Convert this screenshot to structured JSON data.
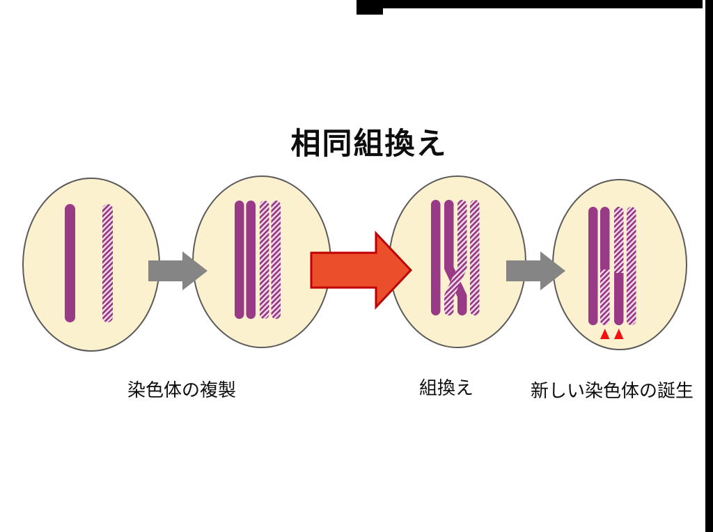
{
  "title": "相同組換え",
  "labels": {
    "replication": "染色体の複製",
    "recombination": "組換え",
    "new_chromosome": "新しい染色体の誕生"
  },
  "cells": [
    {
      "name": "parent-cell",
      "chromosomes": [
        "solid",
        "hatched"
      ]
    },
    {
      "name": "replicated-cell",
      "chromosomes": [
        "solid",
        "solid",
        "hatched",
        "hatched"
      ]
    },
    {
      "name": "crossover-cell",
      "chromosomes": [
        "solid",
        "solid-crossing-to-hatched-position",
        "hatched-crossing-to-solid-position",
        "hatched"
      ]
    },
    {
      "name": "recombinant-cell",
      "chromosomes": [
        "solid",
        "solid-top-hatched-bottom",
        "hatched-top-solid-bottom",
        "hatched"
      ],
      "markers": 2
    }
  ],
  "colors": {
    "background": "#FFFFFF",
    "text": "#0D0D0D",
    "cell_fill": "#FCF1CF",
    "cell_border": "#5A5A5A",
    "chromosome": "#993A87",
    "hatch_bg": "#F3DEEB",
    "arrow_gray": "#858585",
    "arrow_red_fill": "#EB4E2A",
    "arrow_red_border": "#C00000",
    "marker_red": "#F50F0F",
    "frame_black": "#000000"
  }
}
